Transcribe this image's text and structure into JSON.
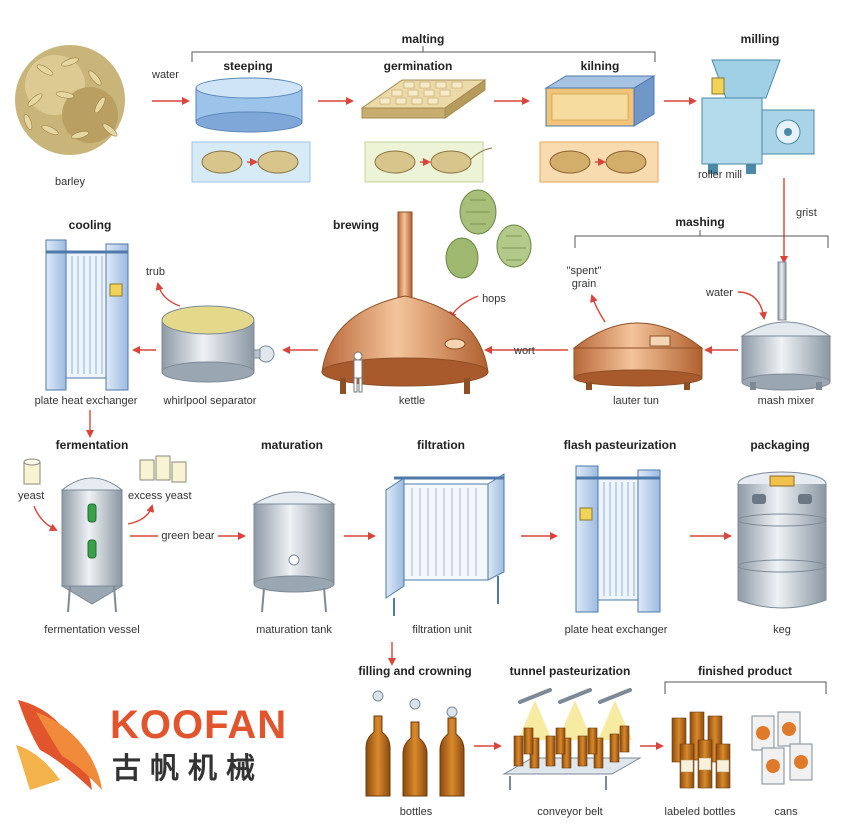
{
  "brand": {
    "name": "KOOFAN",
    "name_cn": "古帆机械",
    "color": "#e2542c"
  },
  "colors": {
    "arrow": "#d9453b",
    "copper": "#d98a4f",
    "steel": "#b8c4cf",
    "blue_frame": "#7fa8d8",
    "amber": "#c0701c"
  },
  "sections": {
    "malting": "malting",
    "milling": "milling",
    "mashing": "mashing",
    "brewing": "brewing",
    "cooling": "cooling",
    "fermentation": "fermentation",
    "maturation": "maturation",
    "filtration": "filtration",
    "flash_pasteurization": "flash pasteurization",
    "packaging": "packaging",
    "filling_and_crowning": "filling and crowning",
    "tunnel_pasteurization": "tunnel pasteurization",
    "finished_product": "finished product"
  },
  "steps": {
    "steeping": "steeping",
    "germination": "germination",
    "kilning": "kilning"
  },
  "labels": {
    "barley": "barley",
    "water_1": "water",
    "roller_mill": "roller mill",
    "grist": "grist",
    "water_2": "water",
    "mash_mixer": "mash mixer",
    "spent_grain": "\"spent\"",
    "spent_grain_2": "grain",
    "lauter_tun": "lauter tun",
    "wort": "wort",
    "hops": "hops",
    "kettle": "kettle",
    "trub": "trub",
    "whirlpool_separator": "whirlpool separator",
    "plate_heat_exchanger_1": "plate heat exchanger",
    "yeast": "yeast",
    "excess_yeast": "excess yeast",
    "green_beer": "green bear",
    "fermentation_vessel": "fermentation vessel",
    "maturation_tank": "maturation tank",
    "filtration_unit": "filtration unit",
    "plate_heat_exchanger_2": "plate heat exchanger",
    "keg": "keg",
    "bottles": "bottles",
    "conveyor_belt": "conveyor belt",
    "labeled_bottles": "labeled bottles",
    "cans": "cans"
  }
}
